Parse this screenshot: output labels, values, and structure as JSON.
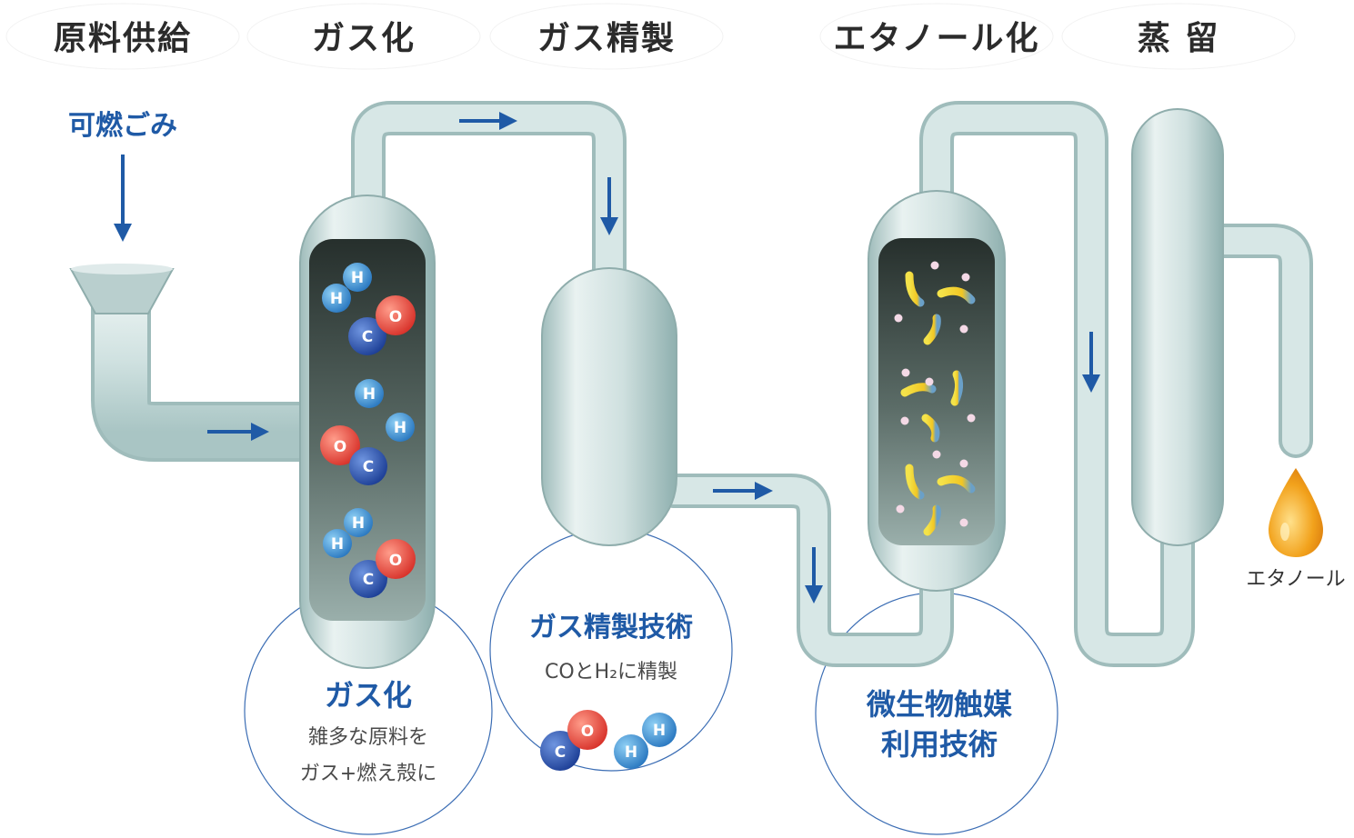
{
  "stages": [
    {
      "label": "原料供給"
    },
    {
      "label": "ガス化"
    },
    {
      "label": "ガス精製"
    },
    {
      "label": "エタノール化"
    },
    {
      "label": "蒸 留"
    }
  ],
  "input": {
    "label": "可燃ごみ"
  },
  "output": {
    "label": "エタノール"
  },
  "callouts": {
    "gasification": {
      "title": "ガス化",
      "line1": "雑多な原料を",
      "line2": "ガス+燃え殻に"
    },
    "refining": {
      "title": "ガス精製技術",
      "line1": "COとH₂に精製"
    },
    "microbe": {
      "line1": "微生物触媒",
      "line2": "利用技術"
    }
  },
  "molecules": {
    "h": "H",
    "c": "C",
    "o": "O"
  },
  "colors": {
    "accent_blue": "#1f5aa6",
    "pipe": "#c9dedd",
    "pipe_dark": "#9fbcbb",
    "chamber_dark": "#2f3b38",
    "hydrogen": "#3d8fd0",
    "carbon": "#2e5db0",
    "oxygen": "#e04a3c",
    "ethanol_drop": "#f0a51c"
  },
  "icons": [
    "arrow-right-icon",
    "arrow-down-icon",
    "droplet-icon",
    "molecule-icon",
    "bacteria-icon"
  ]
}
